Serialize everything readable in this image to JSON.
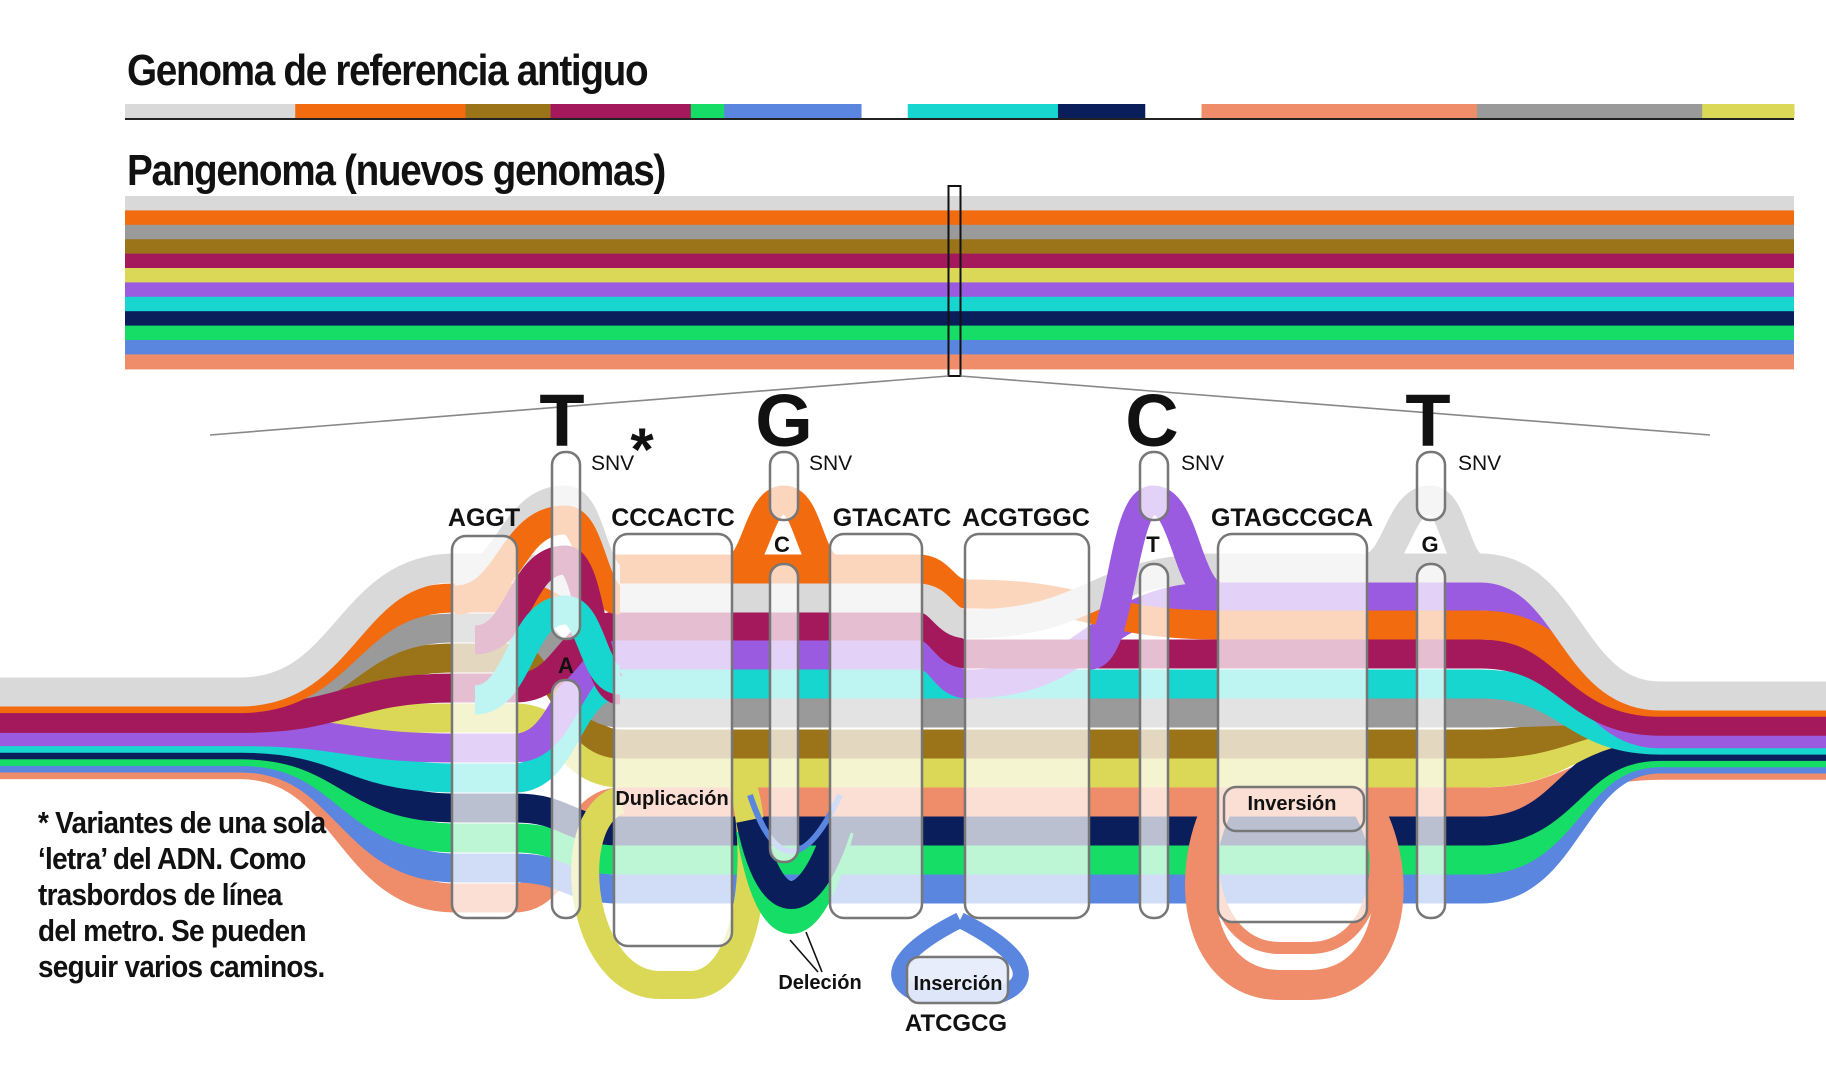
{
  "headings": {
    "reference": "Genoma de referencia antiguo",
    "pangenome": "Pangenoma (nuevos genomas)"
  },
  "colors": {
    "lightgray": "#d9d9d9",
    "orange": "#f26b0f",
    "gray": "#9a9a9a",
    "olive": "#9b7419",
    "magenta": "#a3195b",
    "yellow": "#dcd857",
    "purple": "#9b5be0",
    "cyan": "#17d6cf",
    "navy": "#0b1e5c",
    "green": "#15dd65",
    "blue": "#5b86e0",
    "salmon": "#ef8c6a"
  },
  "reference_segments": [
    {
      "name": "ref-segment-lightgray",
      "color": "lightgray",
      "fraction": 0.102
    },
    {
      "name": "ref-segment-orange",
      "color": "orange",
      "fraction": 0.102
    },
    {
      "name": "ref-segment-olive",
      "color": "olive",
      "fraction": 0.051
    },
    {
      "name": "ref-segment-magenta",
      "color": "magenta",
      "fraction": 0.084
    },
    {
      "name": "ref-segment-green",
      "color": "green",
      "fraction": 0.02
    },
    {
      "name": "ref-segment-blue",
      "color": "blue",
      "fraction": 0.082
    },
    {
      "name": "ref-gap",
      "color": "",
      "fraction": 0.028
    },
    {
      "name": "ref-segment-cyan",
      "color": "cyan",
      "fraction": 0.09
    },
    {
      "name": "ref-segment-navy",
      "color": "navy",
      "fraction": 0.052
    },
    {
      "name": "ref-gap",
      "color": "",
      "fraction": 0.034
    },
    {
      "name": "ref-segment-salmon",
      "color": "salmon",
      "fraction": 0.165
    },
    {
      "name": "ref-segment-gray",
      "color": "gray",
      "fraction": 0.135
    },
    {
      "name": "ref-segment-yellow",
      "color": "yellow",
      "fraction": 0.055
    }
  ],
  "pangenome_stripes": [
    "lightgray",
    "orange",
    "gray",
    "olive",
    "magenta",
    "yellow",
    "purple",
    "cyan",
    "navy",
    "green",
    "blue",
    "salmon"
  ],
  "zoom_position": 0.497,
  "blocks": {
    "b1": "AGGT",
    "b2": "CCCACTC",
    "b3": "GTACATC",
    "b4": "ACGTGGC",
    "b5": "GTAGCCGCA"
  },
  "snvs": [
    {
      "id": "snv1",
      "big": "T",
      "label": "SNV",
      "alt": "A",
      "star": "*"
    },
    {
      "id": "snv2",
      "big": "G",
      "label": "SNV",
      "alt": "C",
      "star": ""
    },
    {
      "id": "snv3",
      "big": "C",
      "label": "SNV",
      "alt": "T",
      "star": ""
    },
    {
      "id": "snv4",
      "big": "T",
      "label": "SNV",
      "alt": "G",
      "star": ""
    }
  ],
  "labels": {
    "duplication": "Duplicación",
    "deletion": "Deleción",
    "insertion": "Inserción",
    "insertion_seq": "ATCGCG",
    "inversion": "Inversión"
  },
  "note": "* Variantes de una sola ‘letra’ del ADN. Como trasbordos de línea del metro. Se pueden seguir varios caminos."
}
